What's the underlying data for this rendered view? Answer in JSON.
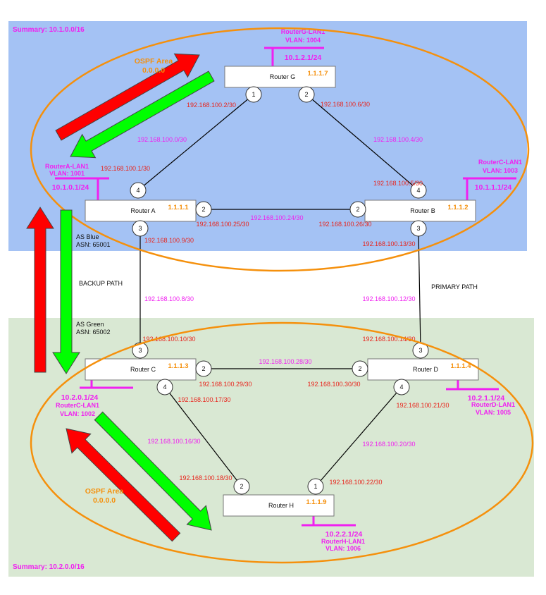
{
  "colors": {
    "top_region": "#a4c2f4",
    "bottom_region": "#d9e8d3",
    "ospf_ellipse": "#f5900c",
    "lan": "#f020f0",
    "ip_label": "#e8241c",
    "network_label": "#f020f0",
    "router_id": "#f5900c",
    "arrow_red": "#ff0000",
    "arrow_green": "#00ff00"
  },
  "regions": {
    "top": {
      "summary": "Summary: 10.1.0.0/16",
      "as_name": "AS Blue",
      "asn": "ASN: 65001",
      "ospf_line1": "OSPF Area",
      "ospf_line2": "0.0.0.0"
    },
    "bottom": {
      "summary": "Summary: 10.2.0.0/16",
      "as_name": "AS Green",
      "asn": "ASN: 65002",
      "ospf_line1": "OSPF Area",
      "ospf_line2": "0.0.0.0"
    }
  },
  "paths": {
    "backup": "BACKUP PATH",
    "primary": "PRIMARY PATH"
  },
  "routers": {
    "G": {
      "name": "Router G",
      "id": "1.1.1.7",
      "name_color": "#e8241c"
    },
    "A": {
      "name": "Router A",
      "id": "1.1.1.1",
      "name_color": "#111111"
    },
    "B": {
      "name": "Router B",
      "id": "1.1.1.2",
      "name_color": "#111111"
    },
    "C": {
      "name": "Router C",
      "id": "1.1.1.3",
      "name_color": "#111111"
    },
    "D": {
      "name": "Router D",
      "id": "1.1.1.4",
      "name_color": "#111111"
    },
    "H": {
      "name": "Router H",
      "id": "1.1.1.9",
      "name_color": "#111111"
    }
  },
  "ports": {
    "G1": "1",
    "G2": "2",
    "A4": "4",
    "A2": "2",
    "A3": "3",
    "B2": "2",
    "B4": "4",
    "B3": "3",
    "C3": "3",
    "C2": "2",
    "C4": "4",
    "D2": "2",
    "D3": "3",
    "D4": "4",
    "H2": "2",
    "H1": "1"
  },
  "links": [
    {
      "from": "G1",
      "to": "A4",
      "network": "192.168.100.0/30",
      "from_ip": "192.168.100.2/30",
      "to_ip": "192.168.100.1/30"
    },
    {
      "from": "G2",
      "to": "B4",
      "network": "192.168.100.4/30",
      "from_ip": "192.168.100.6/30",
      "to_ip": "192.168.100.5/30"
    },
    {
      "from": "A2",
      "to": "B2",
      "network": "192.168.100.24/30",
      "from_ip": "192.168.100.25/30",
      "to_ip": "192.168.100.26/30"
    },
    {
      "from": "A3",
      "to": "C3",
      "network": "192.168.100.8/30",
      "from_ip": "192.168.100.9/30",
      "to_ip": "192.168.100.10/30"
    },
    {
      "from": "B3",
      "to": "D3",
      "network": "192.168.100.12/30",
      "from_ip": "192.168.100.13/30",
      "to_ip": "192.168.100.14/30"
    },
    {
      "from": "C2",
      "to": "D2",
      "network": "192.168.100.28/30",
      "from_ip": "192.168.100.29/30",
      "to_ip": "192.168.100.30/30"
    },
    {
      "from": "C4",
      "to": "H2",
      "network": "192.168.100.16/30",
      "from_ip": "192.168.100.17/30",
      "to_ip": "192.168.100.18/30"
    },
    {
      "from": "D4",
      "to": "H1",
      "network": "192.168.100.20/30",
      "from_ip": "192.168.100.21/30",
      "to_ip": "192.168.100.22/30"
    }
  ],
  "lans": {
    "G": {
      "name": "RouterG-LAN1",
      "vlan": "VLAN: 1004",
      "subnet": "10.1.2.1/24"
    },
    "A": {
      "name": "RouterA-LAN1",
      "vlan": "VLAN: 1001",
      "subnet": "10.1.0.1/24"
    },
    "B": {
      "name": "RouterC-LAN1",
      "vlan": "VLAN: 1003",
      "subnet": "10.1.1.1/24"
    },
    "C": {
      "name": "RouterC-LAN1",
      "vlan": "VLAN: 1002",
      "subnet": "10.2.0.1/24"
    },
    "D": {
      "name": "RouterD-LAN1",
      "vlan": "VLAN: 1005",
      "subnet": "10.2.1.1/24"
    },
    "H": {
      "name": "RouterH-LAN1",
      "vlan": "VLAN: 1006",
      "subnet": "10.2.2.1/24"
    }
  }
}
